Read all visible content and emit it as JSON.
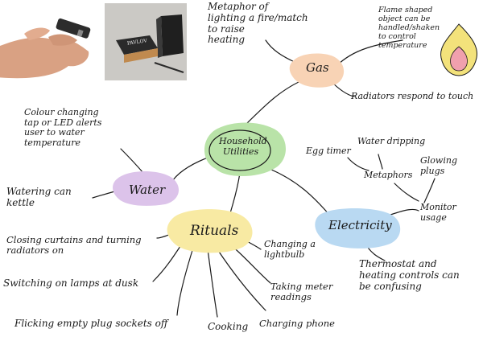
{
  "colors": {
    "center_blob": "#b9e3a8",
    "gas_blob": "#f8d3b5",
    "water_blob": "#dcc3ea",
    "rituals_blob": "#f8eaa3",
    "electricity_blob": "#b9d9f2",
    "ink": "#1a1a1a",
    "flame_outer": "#f3e27b",
    "flame_inner": "#f0a0ad"
  },
  "icons": {
    "flame": "flame-icon",
    "hand_photo": "hand-holding-device-photo",
    "product_photo": "product-box-photo"
  },
  "center": {
    "label": "Household\nUtilities"
  },
  "gas": {
    "label": "Gas",
    "metaphor": "Metaphor of\nlighting a fire/match\nto raise\nheating",
    "flame_note": "Flame shaped\nobject can be\nhandled/shaken\nto control\ntemperature",
    "radiators": "Radiators respond to touch"
  },
  "water": {
    "label": "Water",
    "colour_tap": "Colour changing\ntap or LED alerts\nuser to water\ntemperature",
    "watering_can": "Watering can\nkettle"
  },
  "electricity": {
    "label": "Electricity",
    "egg_timer": "Egg timer",
    "water_dripping": "Water dripping",
    "glowing_plugs": "Glowing\nplugs",
    "metaphors": "Metaphors",
    "monitor_usage": "Monitor\nusage",
    "thermostat": "Thermostat and\nheating controls can\nbe confusing"
  },
  "rituals": {
    "label": "Rituals",
    "closing_curtains": "Closing curtains and turning\nradiators on",
    "switching_lamps": "Switching on lamps at dusk",
    "flicking_sockets": "Flicking empty plug sockets off",
    "cooking": "Cooking",
    "charging_phone": "Charging phone",
    "taking_meter": "Taking meter\nreadings",
    "changing_bulb": "Changing a\nlightbulb"
  },
  "product_photo": {
    "brand": "PAVLOV"
  }
}
